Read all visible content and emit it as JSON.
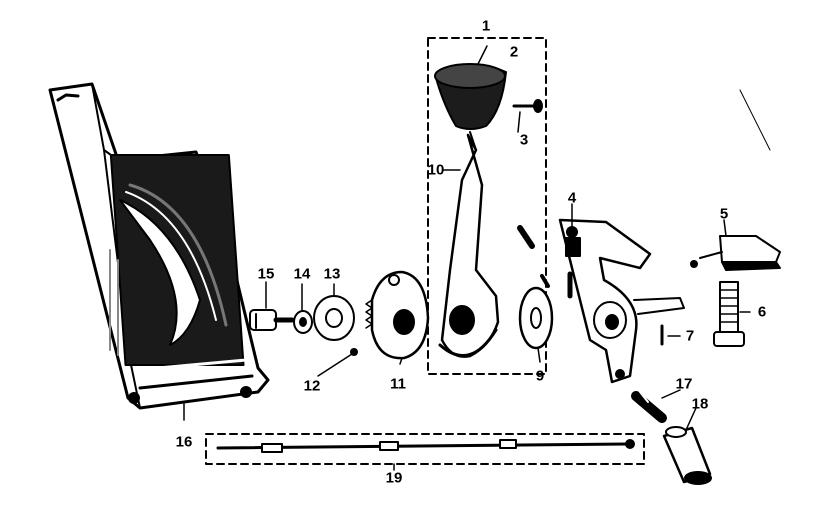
{
  "parts": [
    {
      "id": "p1",
      "label": "1"
    },
    {
      "id": "p2",
      "label": "2"
    },
    {
      "id": "p3",
      "label": "3"
    },
    {
      "id": "p4",
      "label": "4"
    },
    {
      "id": "p5",
      "label": "5"
    },
    {
      "id": "p6",
      "label": "6"
    },
    {
      "id": "p7",
      "label": "7"
    },
    {
      "id": "p9",
      "label": "9"
    },
    {
      "id": "p10",
      "label": "10"
    },
    {
      "id": "p11",
      "label": "11"
    },
    {
      "id": "p12",
      "label": "12"
    },
    {
      "id": "p13",
      "label": "13"
    },
    {
      "id": "p14",
      "label": "14"
    },
    {
      "id": "p15",
      "label": "15"
    },
    {
      "id": "p16",
      "label": "16"
    },
    {
      "id": "p17",
      "label": "17"
    },
    {
      "id": "p18",
      "label": "18"
    },
    {
      "id": "p19",
      "label": "19"
    }
  ],
  "colors": {
    "ink": "#000000",
    "paper": "#ffffff",
    "shade": "#3a3a3a"
  }
}
